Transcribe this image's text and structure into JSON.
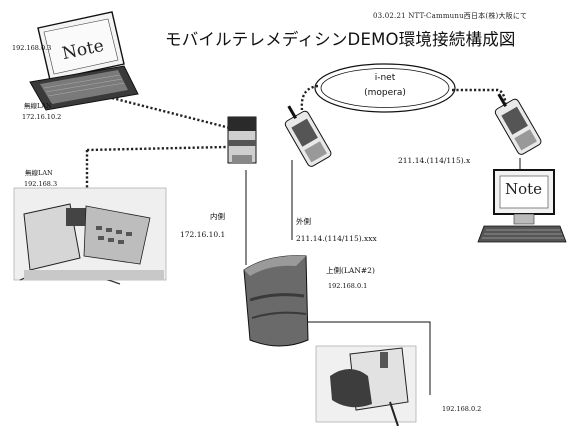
{
  "header": {
    "note": "03.02.21 NTT-Cammunu西日本(株)大阪にて",
    "title": "モバイルテレメディシンDEMO環境接続構成図"
  },
  "network": {
    "name_line1": "i-net",
    "name_line2": "(mopera)"
  },
  "nodes": {
    "laptop_left": {
      "screen_label": "Note",
      "ip_top": "192.168.0.3",
      "lan_label": "無線LAN",
      "lan_ip": "172.16.10.2"
    },
    "left_lan": {
      "lan_label": "無線LAN",
      "lan_ip": "192.168.3"
    },
    "router": {
      "inner_label": "内側",
      "inner_ip": "172.16.10.1",
      "outer_label": "外側",
      "outer_ip": "211.14.(114/115).xxx"
    },
    "server": {
      "top_label": "上側(LAN#2)",
      "top_ip": "192.168.0.1"
    },
    "bottom_device": {
      "ip": "192.168.0.2"
    },
    "right_pc": {
      "screen_label": "Note",
      "ip": "211.14.(114/115).x"
    }
  },
  "colors": {
    "line": "#111111",
    "dotted": "#222222"
  }
}
